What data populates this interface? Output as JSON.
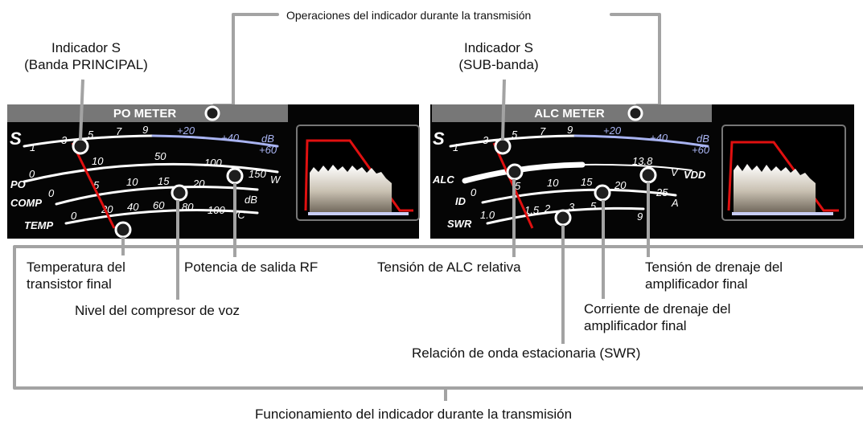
{
  "top_caption": "Operaciones del indicador durante la transmisión",
  "bottom_caption": "Funcionamiento del indicador durante la transmisión",
  "left_meter": {
    "banner": "PO METER",
    "title_line1": "Indicador S",
    "title_line2": "(Banda PRINCIPAL)",
    "s_label": "S",
    "s_scale": [
      "1",
      "3",
      "5",
      "7",
      "9"
    ],
    "s_plus_scale": [
      "+20",
      "+40",
      "dB",
      "+60"
    ],
    "po_label": "PO",
    "po_scale": [
      "0",
      "10",
      "50",
      "100",
      "150",
      "W"
    ],
    "comp_label": "COMP",
    "comp_scale": [
      "0",
      "5",
      "10",
      "15",
      "20",
      "dB"
    ],
    "temp_label": "TEMP",
    "temp_scale": [
      "0",
      "20",
      "40",
      "60",
      "80",
      "100",
      "°C"
    ]
  },
  "right_meter": {
    "banner": "ALC METER",
    "title_line1": "Indicador S",
    "title_line2": "(SUB-banda)",
    "s_label": "S",
    "s_scale": [
      "1",
      "3",
      "5",
      "7",
      "9"
    ],
    "s_plus_scale": [
      "+20",
      "+40",
      "dB",
      "+60"
    ],
    "alc_label": "ALC",
    "vdd_label": "VDD",
    "vdd_scale": [
      "13.8",
      "V"
    ],
    "id_label": "ID",
    "id_scale": [
      "0",
      "5",
      "10",
      "15",
      "20",
      "25",
      "A"
    ],
    "swr_label": "SWR",
    "swr_scale": [
      "1.0",
      "1.5",
      "2",
      "3",
      "5",
      "9"
    ]
  },
  "callouts": {
    "temp_final_line1": "Temperatura del",
    "temp_final_line2": "transistor final",
    "rf_power": "Potencia de salida RF",
    "compressor": "Nivel del compresor de voz",
    "alc_relative": "Tensión de ALC relativa",
    "drain_voltage_line1": "Tensión de drenaje del",
    "drain_voltage_line2": "amplificador final",
    "drain_current_line1": "Corriente de drenaje del",
    "drain_current_line2": "amplificador final",
    "swr": "Relación de onda estacionaria (SWR)"
  },
  "colors": {
    "meter_bg": "#050505",
    "banner_bg": "#777777",
    "scale_white": "#ffffff",
    "scale_blue": "#a9b4f2",
    "needle_red": "#e01010",
    "bracket": "#a3a3a3",
    "callout_circle": "#1e1e1e"
  }
}
